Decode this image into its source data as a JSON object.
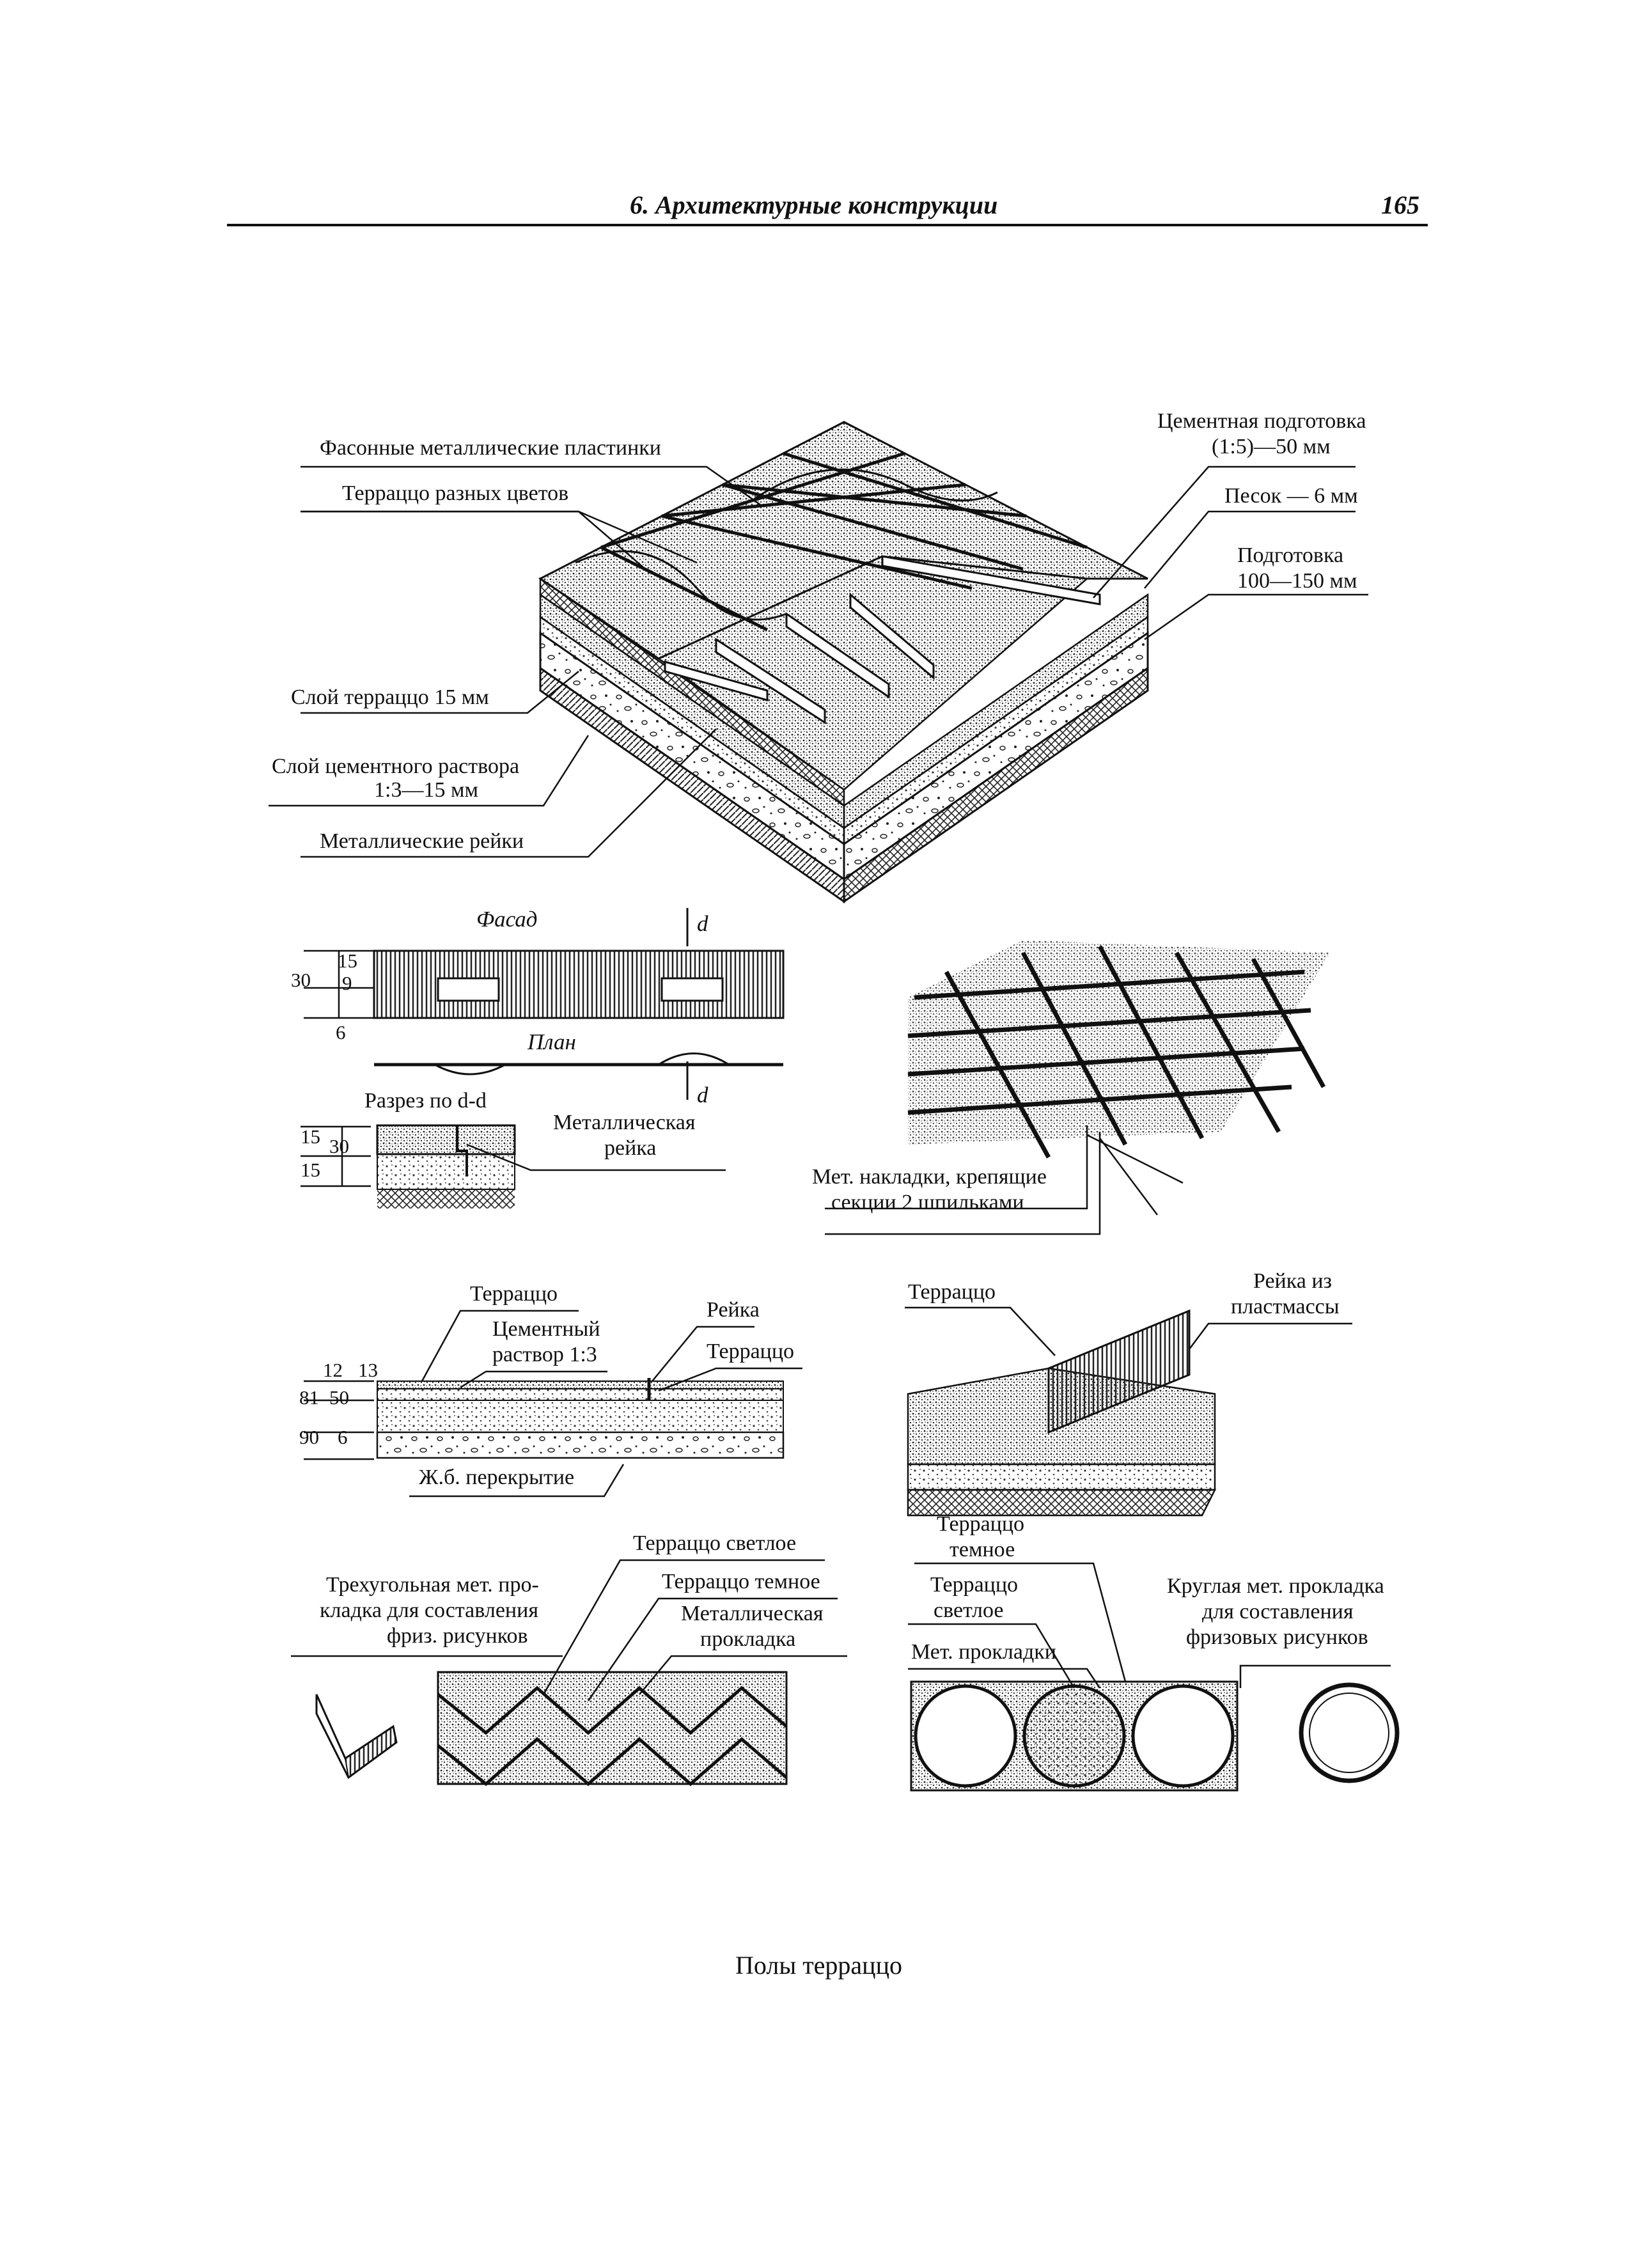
{
  "header": {
    "section_title": "6. Архитектурные конструкции",
    "page_number": "165"
  },
  "figure_main": {
    "labels": {
      "shaped_plates": "Фасонные металлические пластинки",
      "colored_terrazzo": "Терраццо разных цветов",
      "terrazzo_layer": "Слой терраццо 15 мм",
      "mortar_layer_1": "Слой цементного раствора",
      "mortar_layer_2": "1:3—15 мм",
      "metal_strips": "Металлические рейки",
      "cement_prep_1": "Цементная подготовка",
      "cement_prep_2": "(1:5)—50 мм",
      "sand": "Песок — 6 мм",
      "base_1": "Подготовка",
      "base_2": "100—150 мм"
    }
  },
  "figure_facade": {
    "facade_title": "Фасад",
    "plan_title": "План",
    "section_label": "Разрез по d-d",
    "cut_mark": "d",
    "strip_label_1": "Металлическая",
    "strip_label_2": "рейка",
    "dims": {
      "d15a": "15",
      "d9": "9",
      "d30": "30",
      "d6": "6",
      "d15b": "15",
      "d30b": "30",
      "d15c": "15"
    }
  },
  "figure_grid": {
    "note_1": "Мет. накладки, крепящие",
    "note_2": "секции 2 шпильками"
  },
  "figure_section": {
    "terrazzo": "Терраццо",
    "mortar_1": "Цементный",
    "mortar_2": "раствор 1:3",
    "strip": "Рейка",
    "terrazzo_right": "Терраццо",
    "slab": "Ж.б. перекрытие",
    "dims": {
      "d12": "12",
      "d13": "13",
      "d81": "81",
      "d50": "50",
      "d90": "90",
      "d6": "6"
    }
  },
  "figure_plastic": {
    "terrazzo": "Терраццо",
    "strip_1": "Рейка из",
    "strip_2": "пластмассы"
  },
  "figure_zigzag": {
    "light": "Терраццо светлое",
    "dark": "Терраццо темное",
    "metal_1": "Металлическая",
    "metal_2": "прокладка",
    "tri_1": "Трехугольная мет. про-",
    "tri_2": "кладка для составления",
    "tri_3": "фриз. рисунков"
  },
  "figure_circles": {
    "dark_1": "Терраццо",
    "dark_2": "темное",
    "light_1": "Терраццо",
    "light_2": "светлое",
    "strips": "Мет. прокладки",
    "round_1": "Круглая мет. прокладка",
    "round_2": "для составления",
    "round_3": "фризовых рисунков"
  },
  "caption": "Полы терраццо"
}
